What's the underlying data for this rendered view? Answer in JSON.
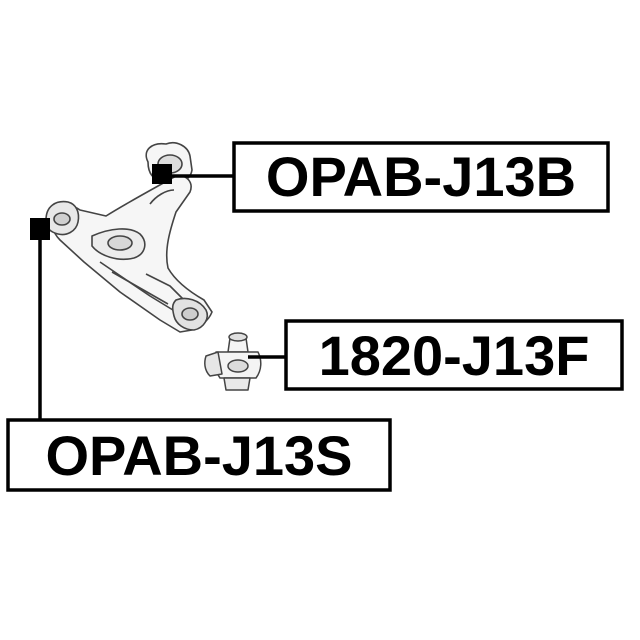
{
  "parts": [
    {
      "code": "OPAB-J13B"
    },
    {
      "code": "1820-J13F"
    },
    {
      "code": "OPAB-J13S"
    }
  ],
  "colors": {
    "background": "#ffffff",
    "line": "#000000",
    "drawing_fill": "#f4f4f4",
    "drawing_stroke": "#444444"
  }
}
